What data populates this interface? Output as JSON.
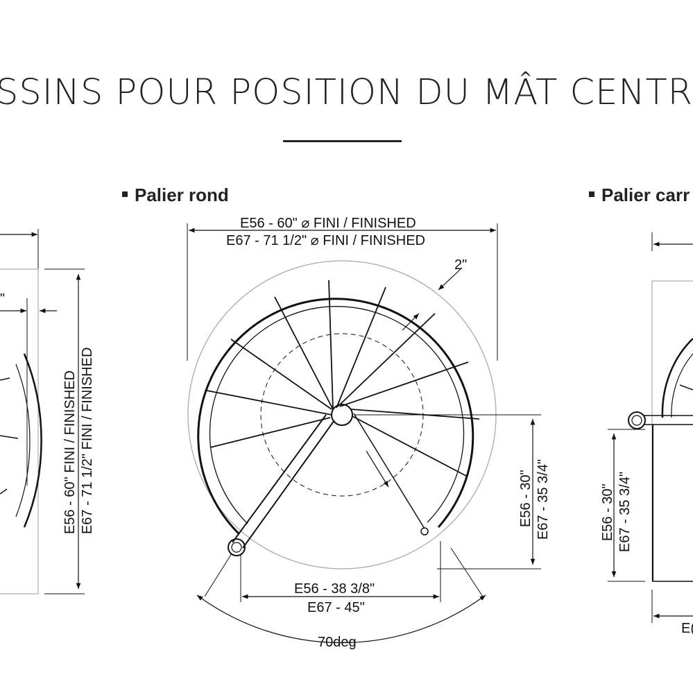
{
  "title": "SSINS POUR POSITION DU MÂT CENTR",
  "sections": {
    "round": {
      "label": "Palier rond"
    },
    "square": {
      "label": "Palier carr"
    }
  },
  "left_drawing": {
    "quote_mark": "\"",
    "height_line1": "E56 - 60\" FINI / FINISHED",
    "height_line2": "E67 - 71 1/2\" FINI / FINISHED"
  },
  "round_drawing": {
    "diameter_line1": "E56 - 60\" ⌀ FINI / FINISHED",
    "diameter_line2": "E67 - 71 1/2\" ⌀ FINI / FINISHED",
    "gap": "2\"",
    "offset_line1": "E56 - 30\"",
    "offset_line2": "E67 - 35 3/4\"",
    "width_line1": "E56 - 38 3/8\"",
    "width_line2": "E67 - 45\"",
    "angle": "70deg"
  },
  "square_drawing": {
    "offset_line1": "E56 - 30\"",
    "offset_line2": "E67 - 35 3/4\"",
    "bottom_partial": "E("
  }
}
